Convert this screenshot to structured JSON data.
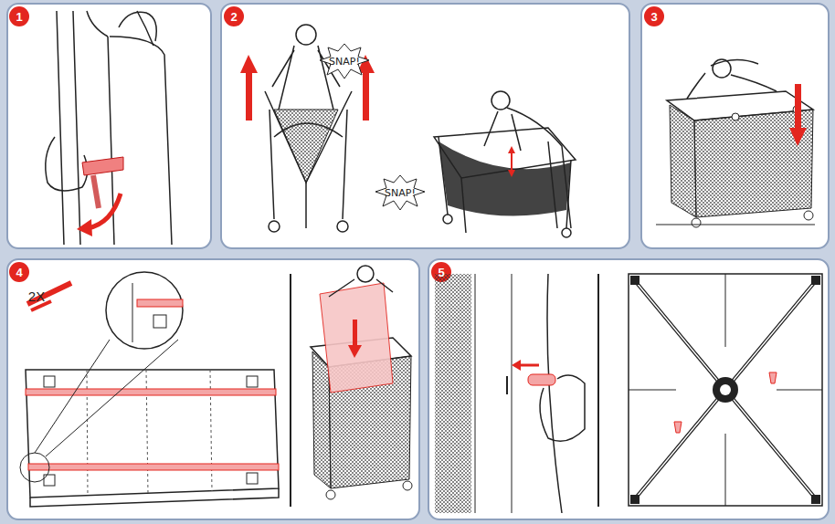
{
  "diagram": {
    "labels": [
      "1",
      "2",
      "SNAP!",
      "SNAP!",
      "3",
      "4",
      "2X",
      "5"
    ]
  }
}
